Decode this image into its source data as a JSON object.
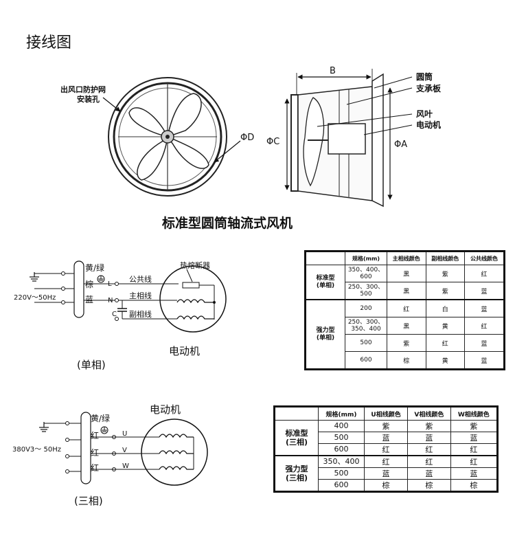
{
  "page": {
    "title": "接线图",
    "fan_title": "标准型圆筒轴流式风机"
  },
  "front_view": {
    "label_guard_line1": "出风口防护网",
    "label_guard_line2": "安装孔",
    "label_phi_d": "ΦD"
  },
  "side_view": {
    "label_b": "B",
    "label_phi_c": "ΦC",
    "label_phi_a": "ΦA",
    "label_cylinder": "圆筒",
    "label_support": "支承板",
    "label_blade": "风叶",
    "label_motor": "电动机"
  },
  "single_phase": {
    "ground_label": "黄/绿",
    "wire_brown": "棕",
    "wire_blue": "蓝",
    "terminal_l": "L",
    "terminal_n": "N",
    "terminal_c": "C",
    "line_common": "公共线",
    "line_main": "主相线",
    "line_aux": "副相线",
    "fuse": "热熔断器",
    "supply": "220V～50Hz",
    "motor": "电动机",
    "caption": "(单相)"
  },
  "three_phase": {
    "motor": "电动机",
    "ground_label": "黄/绿",
    "wire_red_1": "红",
    "wire_red_2": "红",
    "wire_red_3": "红",
    "terminal_u": "U",
    "terminal_v": "V",
    "terminal_w": "W",
    "supply": "380V3～ 50Hz",
    "caption": "(三相)"
  },
  "table_single": {
    "headers": [
      "规格(mm)",
      "主相线颜色",
      "副相线颜色",
      "公共线颜色"
    ],
    "group_standard": "标准型\n(单相)",
    "group_strong": "强力型\n(单相)",
    "rows": [
      {
        "spec": "350、400、\n600",
        "main": "黑",
        "aux": "紫",
        "common": "红"
      },
      {
        "spec": "250、300、\n500",
        "main": "黑",
        "aux": "紫",
        "common": "蓝"
      },
      {
        "spec": "200",
        "main": "红",
        "aux": "白",
        "common": "蓝"
      },
      {
        "spec": "250、300、\n350、400",
        "main": "黑",
        "aux": "黄",
        "common": "红"
      },
      {
        "spec": "500",
        "main": "紫",
        "aux": "红",
        "common": "蓝"
      },
      {
        "spec": "600",
        "main": "棕",
        "aux": "黄",
        "common": "蓝"
      }
    ]
  },
  "table_three": {
    "headers": [
      "规格(mm)",
      "U相线颜色",
      "V相线颜色",
      "W相线颜色"
    ],
    "group_standard": "标准型\n(三相)",
    "group_strong": "强力型\n(三相)",
    "rows": [
      {
        "spec": "400",
        "u": "紫",
        "v": "紫",
        "w": "紫"
      },
      {
        "spec": "500",
        "u": "蓝",
        "v": "蓝",
        "w": "蓝"
      },
      {
        "spec": "600",
        "u": "红",
        "v": "红",
        "w": "红"
      },
      {
        "spec": "350、400",
        "u": "红",
        "v": "红",
        "w": "红"
      },
      {
        "spec": "500",
        "u": "蓝",
        "v": "蓝",
        "w": "蓝"
      },
      {
        "spec": "600",
        "u": "棕",
        "v": "棕",
        "w": "棕"
      }
    ]
  }
}
